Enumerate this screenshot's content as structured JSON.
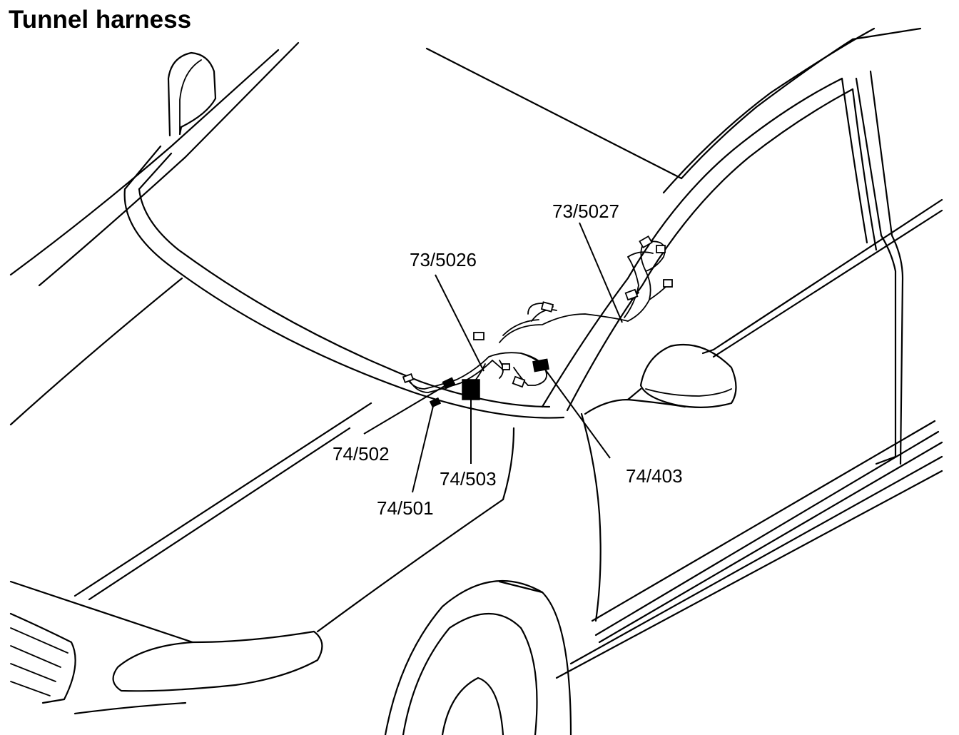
{
  "title": "Tunnel harness",
  "callouts": [
    {
      "id": "c-73-5027",
      "text": "73/5027"
    },
    {
      "id": "c-73-5026",
      "text": "73/5026"
    },
    {
      "id": "c-74-502",
      "text": "74/502"
    },
    {
      "id": "c-74-503",
      "text": "74/503"
    },
    {
      "id": "c-74-501",
      "text": "74/501"
    },
    {
      "id": "c-74-403",
      "text": "74/403"
    }
  ]
}
